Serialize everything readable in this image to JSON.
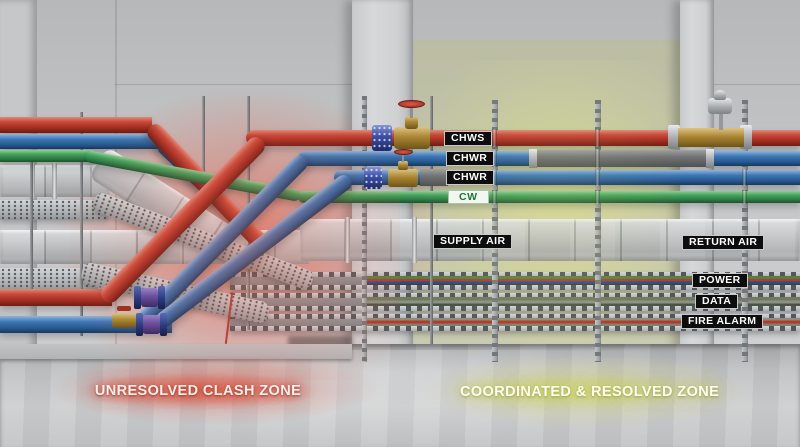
{
  "annotations": {
    "pipe_labels": [
      {
        "id": "chws",
        "text": "CHWS"
      },
      {
        "id": "chwr-upper",
        "text": "CHWR"
      },
      {
        "id": "chwr-lower",
        "text": "CHWR"
      },
      {
        "id": "cw",
        "text": "CW"
      }
    ],
    "duct_labels": [
      {
        "id": "supply-air",
        "text": "SUPPLY AIR"
      },
      {
        "id": "return-air",
        "text": "RETURN AIR"
      }
    ],
    "tray_labels": [
      {
        "id": "power",
        "text": "POWER"
      },
      {
        "id": "data",
        "text": "DATA"
      },
      {
        "id": "fire-alarm",
        "text": "FIRE ALARM"
      }
    ],
    "zone_labels": [
      {
        "id": "unresolved",
        "text": "UNRESOLVED CLASH ZONE"
      },
      {
        "id": "coordinated",
        "text": "COORDINATED & RESOLVED ZONE"
      }
    ]
  },
  "palette": {
    "red_pipe": "#b93a2c",
    "blue_pipe": "#3372b2",
    "green_pipe": "#3f9d58",
    "insulation_gray": "#6f7173",
    "duct_metal": "#c3c6c8",
    "wall": "#c2c3c5",
    "floor": "#bfc0c2",
    "clash_glow": "#e0503c",
    "resolved_glow": "#d6dd8a",
    "label_bg": "#0d0d0d",
    "label_text": "#ffffff",
    "cw_label_bg": "#f3f7ef",
    "cw_label_text": "#157a33"
  }
}
